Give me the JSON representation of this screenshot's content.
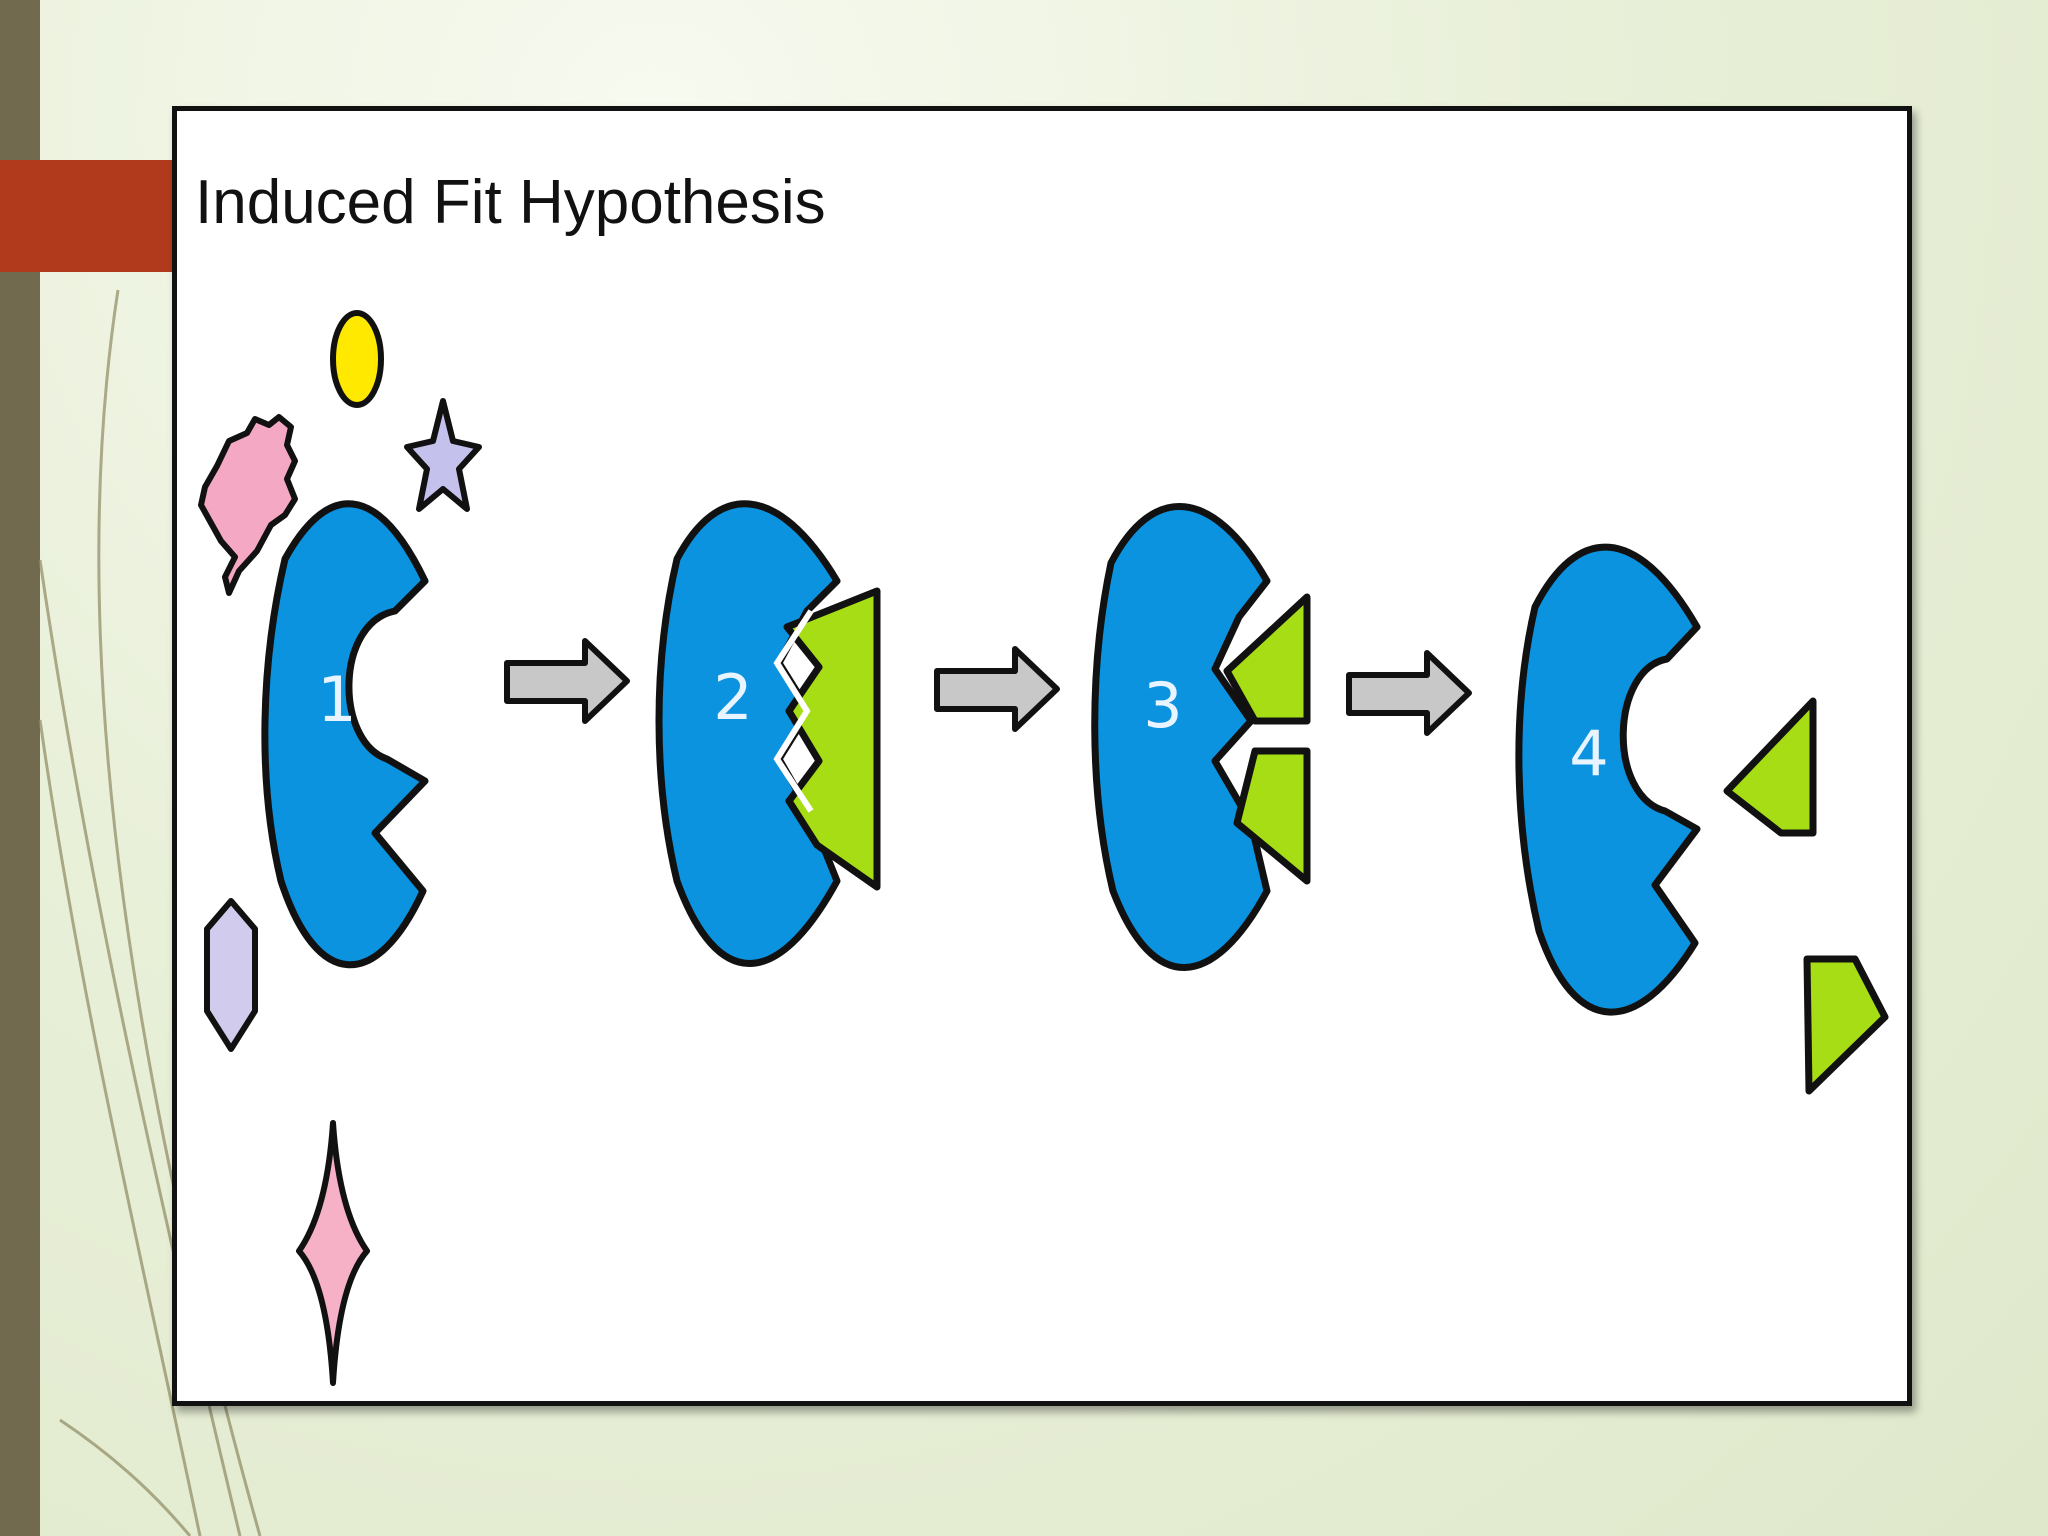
{
  "title": "Induced Fit Hypothesis",
  "steps": [
    {
      "label": "1"
    },
    {
      "label": "2"
    },
    {
      "label": "3"
    },
    {
      "label": "4"
    }
  ],
  "colors": {
    "enzyme": "#0b93e0",
    "substrate": "#a6dd14",
    "slide_bar": "#716a4e",
    "accent_tab": "#b23a1c",
    "arrow": "#c8c8c8"
  },
  "icons": [
    "yellow-oval-molecule-icon",
    "pink-blob-molecule-icon",
    "star-molecule-icon",
    "hexagon-molecule-icon",
    "pink-sparkle-molecule-icon",
    "process-arrow-icon"
  ]
}
